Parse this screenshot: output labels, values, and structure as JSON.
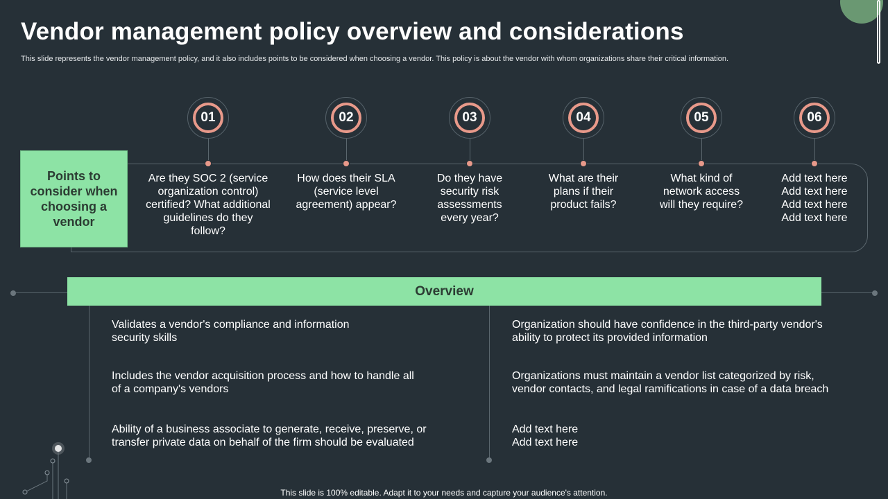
{
  "slide": {
    "title": "Vendor management policy overview and considerations",
    "subtitle": "This slide represents the vendor management policy, and it also includes points to be considered when choosing a vendor. This policy is about the vendor with whom organizations share their critical information.",
    "footer": "This slide is 100% editable. Adapt it to your needs and capture your audience's attention."
  },
  "colors": {
    "background": "#263037",
    "accent_green": "#8de3a5",
    "accent_salmon": "#e8998a",
    "corner_green": "#6a9872"
  },
  "points": {
    "label": "Points to consider when choosing a vendor",
    "steps": [
      {
        "num": "01",
        "text": "Are they SOC 2 (service organization control) certified? What additional guidelines do they follow?"
      },
      {
        "num": "02",
        "text": "How does their SLA (service level agreement) appear?"
      },
      {
        "num": "03",
        "text": "Do they have security risk assessments every year?"
      },
      {
        "num": "04",
        "text": "What are their plans if their product fails?"
      },
      {
        "num": "05",
        "text": "What kind of network access will they require?"
      },
      {
        "num": "06",
        "text": "Add text here Add text here Add text here Add text here"
      }
    ]
  },
  "overview": {
    "heading": "Overview",
    "left": [
      "Validates a vendor's compliance and information security skills",
      "Includes the vendor acquisition process and how to handle all of a company's vendors",
      "Ability of a business associate to generate, receive, preserve, or transfer private data on behalf of the firm should be evaluated"
    ],
    "right": [
      "Organization should have confidence in the third-party vendor's ability to protect its provided information",
      "Organizations must maintain a vendor list categorized by risk, vendor contacts, and legal ramifications in case of a data breach",
      "Add text here Add text here"
    ]
  }
}
